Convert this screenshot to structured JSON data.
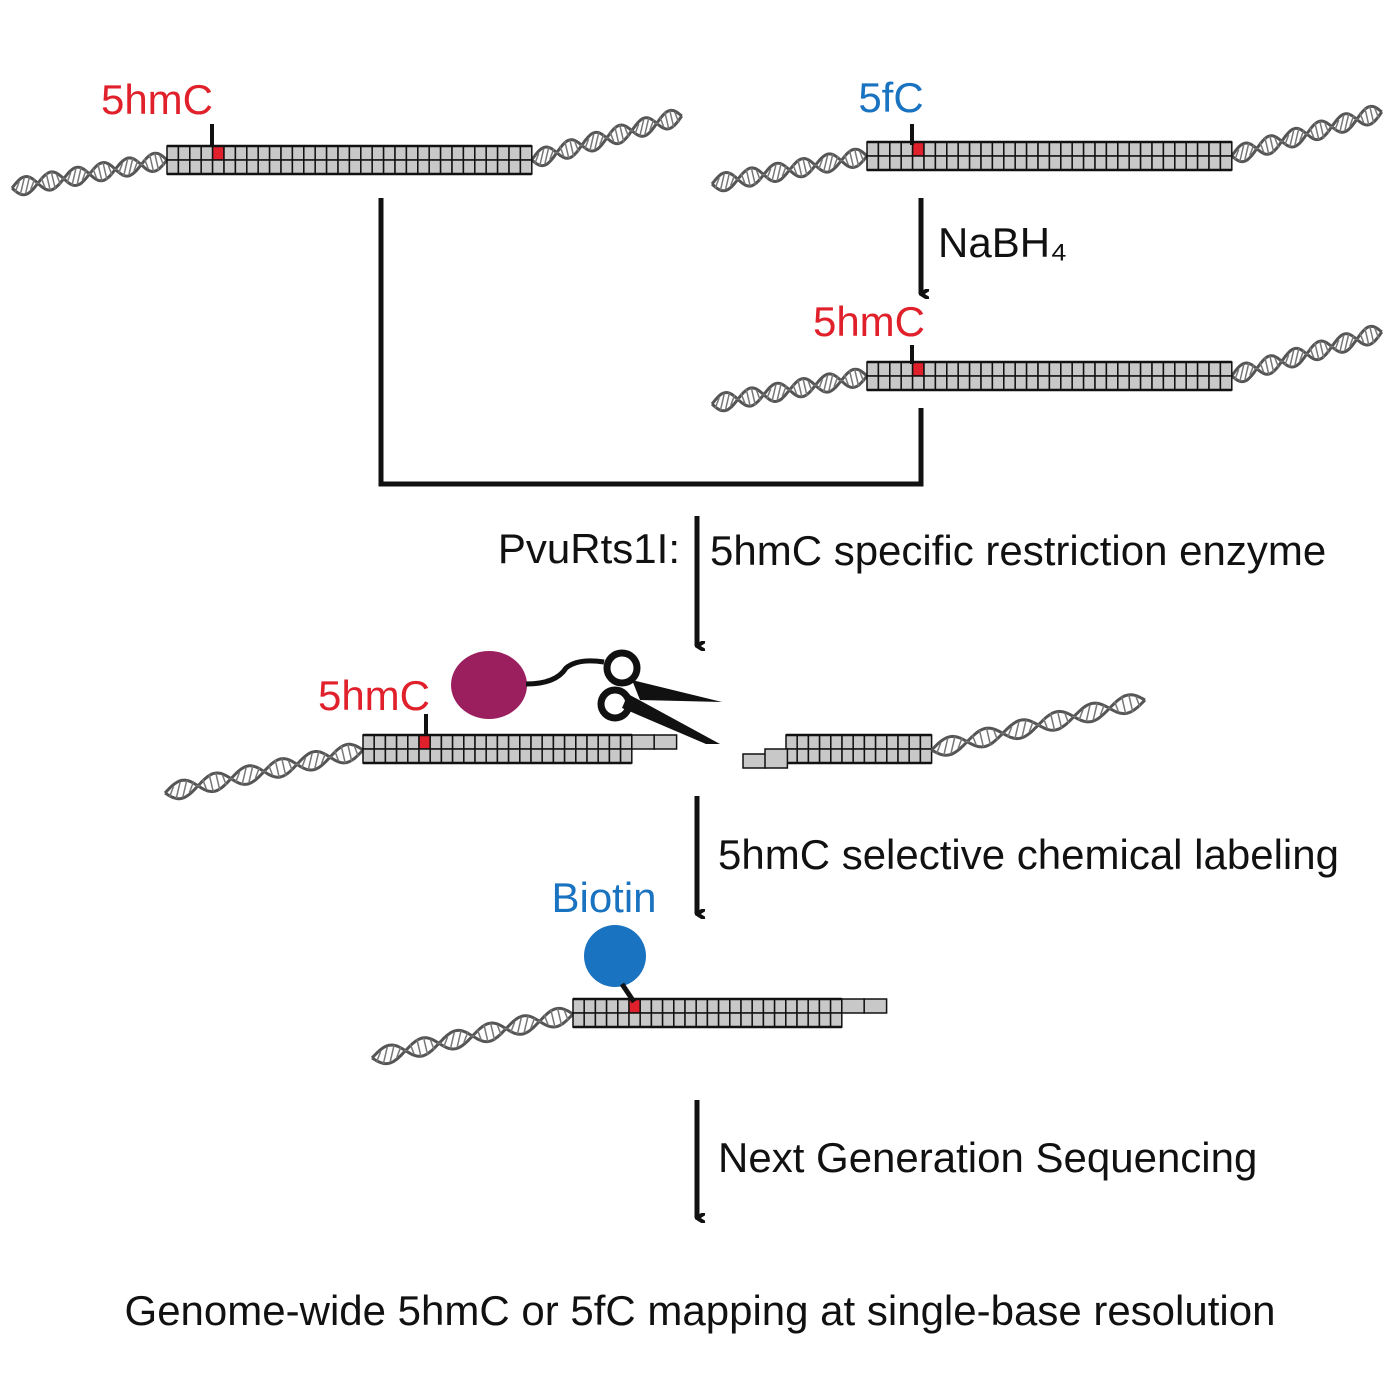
{
  "labels": {
    "top_left_mod": "5hmC",
    "top_right_mod": "5fC",
    "reagent": "NaBH₄",
    "converted_mod": "5hmC",
    "enzyme_name": "PvuRts1I:",
    "enzyme_desc": "5hmC specific restriction enzyme",
    "cut_mod": "5hmC",
    "labeling_step": "5hmC selective chemical labeling",
    "biotin": "Biotin",
    "sequencing_step": "Next Generation Sequencing",
    "result": "Genome-wide 5hmC or 5fC mapping at single-base resolution"
  },
  "colors": {
    "mod_red": "#e0202a",
    "mod_blue": "#1a73c0",
    "enzyme": "#9b1f5e",
    "biotin": "#1a73c0",
    "base_fill": "#c8c8c8",
    "helix": "#555555"
  }
}
